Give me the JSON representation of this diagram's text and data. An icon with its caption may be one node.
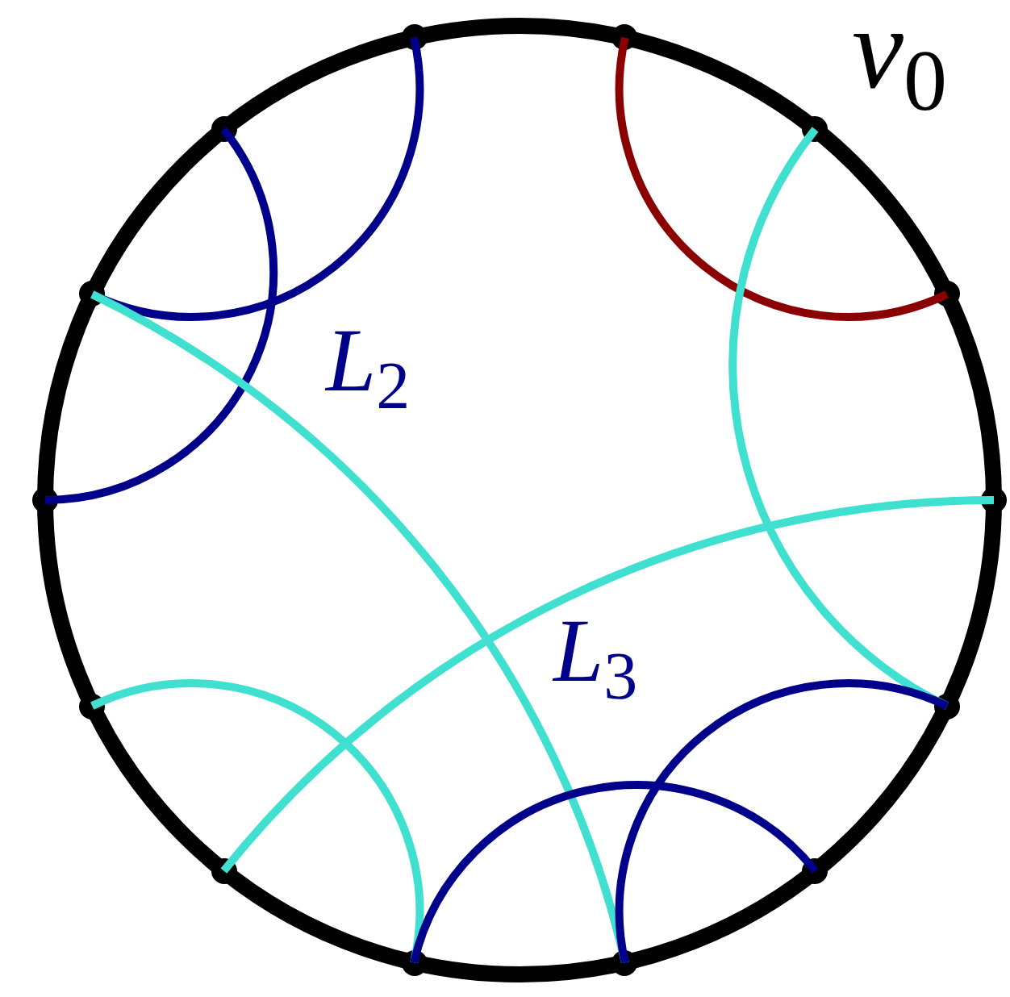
{
  "diagram": {
    "nodes": [
      {
        "text": [],
        "shape": "circle"
      },
      {
        "text": [],
        "shape": "circle"
      },
      {
        "text": [],
        "shape": "circle"
      },
      {
        "text": [],
        "shape": "circle"
      },
      {
        "text": [],
        "shape": "circle"
      },
      {
        "text": [],
        "shape": "circle"
      },
      {
        "text": [],
        "shape": "circle"
      },
      {
        "text": [],
        "shape": "circle"
      },
      {
        "text": [],
        "shape": "circle"
      },
      {
        "text": [],
        "shape": "circle"
      },
      {
        "text": [],
        "shape": "circle"
      },
      {
        "text": [],
        "shape": "circle"
      },
      {
        "text": [],
        "shape": "circle"
      },
      {
        "text": [],
        "shape": "circle"
      }
    ],
    "edges": [
      {
        "from": 13,
        "to": 11,
        "arrow": "none",
        "color": "#00008b"
      },
      {
        "from": 12,
        "to": 10,
        "arrow": "none",
        "color": "#00008b"
      },
      {
        "from": 0,
        "to": 2,
        "arrow": "none",
        "color": "#8b0000"
      },
      {
        "from": 1,
        "to": 4,
        "arrow": "none",
        "color": "#40e0d0"
      },
      {
        "from": 3,
        "to": 8,
        "arrow": "none",
        "color": "#40e0d0"
      },
      {
        "from": 11,
        "to": 6,
        "arrow": "none",
        "color": "#40e0d0"
      },
      {
        "from": 9,
        "to": 7,
        "arrow": "none",
        "color": "#40e0d0"
      },
      {
        "from": 7,
        "to": 5,
        "arrow": "none",
        "color": "#00008b"
      },
      {
        "from": 6,
        "to": 4,
        "arrow": "none",
        "color": "#00008b"
      }
    ],
    "labels": [
      "*v*$_{0}$",
      "*L*$_{2}$",
      "*L*$_{3}$"
    ]
  }
}
